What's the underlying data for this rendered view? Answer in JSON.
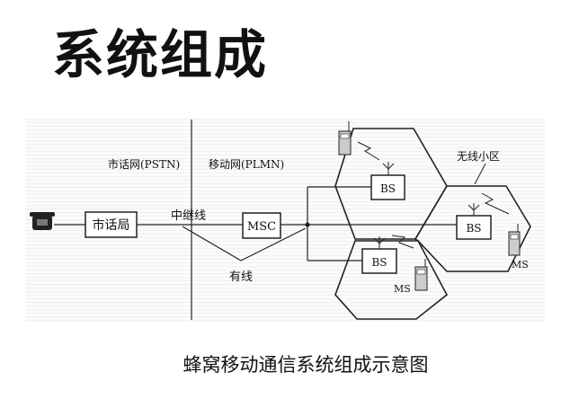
{
  "title": "系统组成",
  "diagram": {
    "pstn_label": "市话网(PSTN)",
    "plmn_label": "移动网(PLMN)",
    "local_exchange": "市话局",
    "trunk_label": "中继线",
    "wired_label": "有线",
    "msc": "MSC",
    "bs": [
      "BS",
      "BS",
      "BS"
    ],
    "ms": [
      "MS",
      "MS"
    ],
    "cell_label": "无线小区"
  },
  "caption": "蜂窝移动通信系统组成示意图"
}
